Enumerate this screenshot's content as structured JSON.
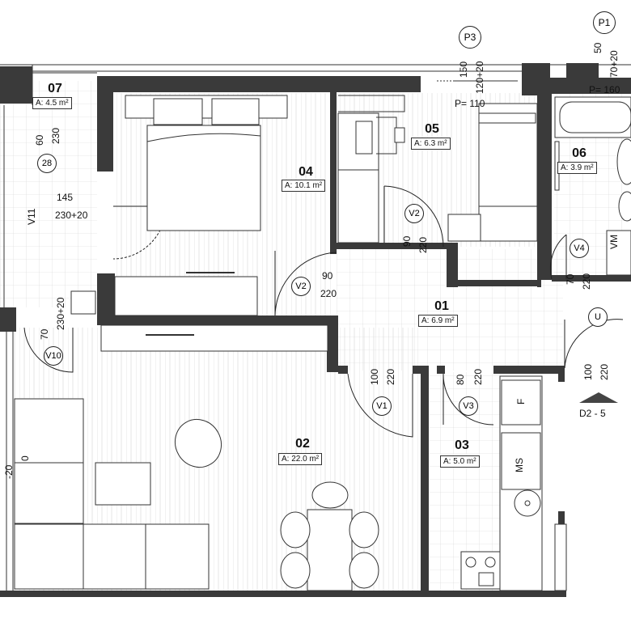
{
  "rooms": {
    "r01": {
      "num": "01",
      "area": "A: 6.9 m²"
    },
    "r02": {
      "num": "02",
      "area": "A: 22.0 m²"
    },
    "r03": {
      "num": "03",
      "area": "A: 5.0 m²"
    },
    "r04": {
      "num": "04",
      "area": "A: 10.1 m²"
    },
    "r05": {
      "num": "05",
      "area": "A: 6.3 m²"
    },
    "r06": {
      "num": "06",
      "area": "A: 3.9 m²"
    },
    "r07": {
      "num": "07",
      "area": "A: 4.5 m²"
    }
  },
  "openings": {
    "P1": {
      "label": "P1",
      "d1": "50",
      "d2": "70+20",
      "sill": "P= 160"
    },
    "P3": {
      "label": "P3",
      "d1": "150",
      "d2": "120+20",
      "sill": "P= 110"
    },
    "V1": {
      "label": "V1",
      "d1": "100",
      "d2": "220"
    },
    "V2a": {
      "label": "V2",
      "d1": "90",
      "d2": "220"
    },
    "V2b": {
      "label": "V2",
      "d1": "90",
      "d2": "220"
    },
    "V3": {
      "label": "V3",
      "d1": "80",
      "d2": "220"
    },
    "V4": {
      "label": "V4",
      "d1": "70",
      "d2": "220"
    },
    "V10": {
      "label": "V10",
      "d1": "70",
      "d2": "230+20"
    },
    "V11": {
      "label": "V11",
      "d1": "145",
      "d2": "230+20"
    },
    "U": {
      "label": "U",
      "d1": "100",
      "d2": "220"
    },
    "W28": {
      "label": "28",
      "d1": "60",
      "d2": "230"
    }
  },
  "fixtures": {
    "fridge": "F",
    "dishwasher": "MS",
    "washer": "VM"
  },
  "section_marker": "D2 - 5",
  "edge_left": {
    "d1": "-20",
    "d2": "0"
  }
}
